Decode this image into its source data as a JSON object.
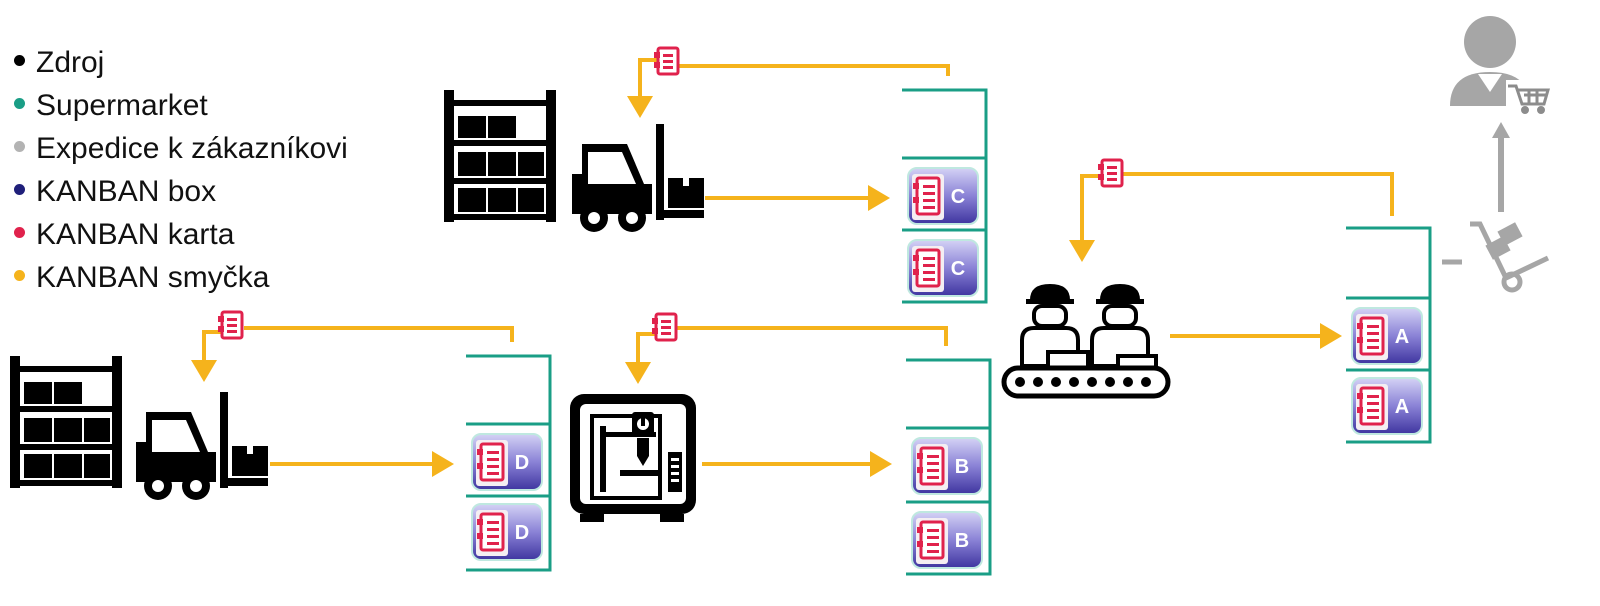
{
  "legend": [
    {
      "label": "Zdroj",
      "color": "#000000"
    },
    {
      "label": "Supermarket",
      "color": "#1a9e86"
    },
    {
      "label": "Expedice k zákazníkovi",
      "color": "#b3b3b3"
    },
    {
      "label": "KANBAN box",
      "color": "#1f1f7a"
    },
    {
      "label": "KANBAN karta",
      "color": "#e0224c"
    },
    {
      "label": "KANBAN smyčka",
      "color": "#f5b31c"
    }
  ],
  "colors": {
    "loop": "#f5b31c",
    "supermarket": "#1a9e86",
    "card": "#e0224c",
    "box_top": "#c8c6f0",
    "box_bottom": "#4a3fa8",
    "icon": "#000000",
    "dispatch": "#a6a6a6"
  },
  "boxes": {
    "c_top": "C",
    "c_bottom": "C",
    "d_top": "D",
    "d_bottom": "D",
    "b_top": "B",
    "b_bottom": "B",
    "a_top": "A",
    "a_bottom": "A"
  },
  "icons": [
    "warehouse-shelf-icon",
    "forklift-icon",
    "cnc-machine-icon",
    "assembly-workers-icon",
    "customer-icon",
    "shopping-cart-icon",
    "hand-truck-icon"
  ]
}
